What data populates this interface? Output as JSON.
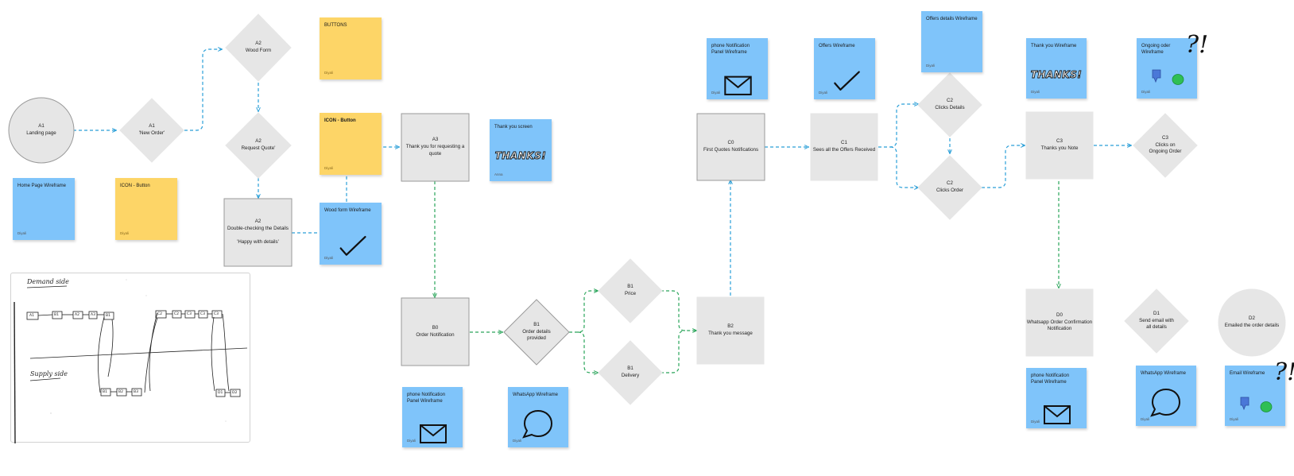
{
  "colors": {
    "shape_fill": "#e6e6e6",
    "shape_stroke": "#9a9a9a",
    "connector_blue": "#2a9fd8",
    "connector_green": "#2aa55a",
    "sticky_blue": "#7fc4fa",
    "sticky_yellow": "#fdd567"
  },
  "nodes": [
    {
      "id": "a1-landing",
      "shape": "circle",
      "lines": [
        "A1",
        "Landing page"
      ]
    },
    {
      "id": "a1-new-order",
      "shape": "diamond",
      "lines": [
        "A1",
        "'New Order'"
      ]
    },
    {
      "id": "a2-wood-form",
      "shape": "diamond",
      "lines": [
        "A2",
        "Wood Form"
      ]
    },
    {
      "id": "a2-request-quote",
      "shape": "diamond",
      "lines": [
        "A2",
        "Request Quote'"
      ]
    },
    {
      "id": "a2-double-check",
      "shape": "rect",
      "lines": [
        "A2",
        "Double-checking the Details",
        "",
        "'Happy with details'"
      ]
    },
    {
      "id": "a3-thank-you",
      "shape": "rect",
      "lines": [
        "A3",
        "Thank you for requesting a",
        "quote"
      ]
    },
    {
      "id": "b0-order-notification",
      "shape": "rect",
      "lines": [
        "B0",
        "Order Notification"
      ]
    },
    {
      "id": "b1-order-details",
      "shape": "diamond",
      "lines": [
        "B1",
        "Order details",
        "provided"
      ]
    },
    {
      "id": "b1-price",
      "shape": "diamond",
      "lines": [
        "B1",
        "Price"
      ]
    },
    {
      "id": "b1-delivery",
      "shape": "diamond",
      "lines": [
        "B1",
        "Delivery"
      ]
    },
    {
      "id": "b2-thank-you-message",
      "shape": "rect",
      "lines": [
        "B2",
        "Thank you message"
      ]
    },
    {
      "id": "c0-first-quotes",
      "shape": "rect",
      "lines": [
        "C0",
        "First Quotes Notifications"
      ]
    },
    {
      "id": "c1-sees-offers",
      "shape": "rect",
      "lines": [
        "C1",
        "Sees all the Offers Received"
      ]
    },
    {
      "id": "c2-clicks-details",
      "shape": "diamond",
      "lines": [
        "C2",
        "Clicks Details"
      ]
    },
    {
      "id": "c2-clicks-order",
      "shape": "diamond",
      "lines": [
        "C2",
        "Clicks Order"
      ]
    },
    {
      "id": "c3-thanks-note",
      "shape": "rect",
      "lines": [
        "C3",
        "Thanks you Note"
      ]
    },
    {
      "id": "c3-ongoing-order",
      "shape": "diamond",
      "lines": [
        "C3",
        "Clicks on",
        "Ongoing Order"
      ]
    },
    {
      "id": "d0-whatsapp-confirmation",
      "shape": "rect",
      "lines": [
        "D0",
        "Whatsapp Order Confirmation",
        "Notification"
      ]
    },
    {
      "id": "d1-send-email",
      "shape": "diamond",
      "lines": [
        "D1",
        "Send email with",
        "all details"
      ]
    },
    {
      "id": "d2-emailed",
      "shape": "circle",
      "lines": [
        "D2",
        "Emailed the order details"
      ]
    }
  ],
  "stickies": [
    {
      "id": "home-page-wireframe",
      "color": "blue",
      "title": "Home Page Wireframe",
      "author": "Diyali",
      "art": "none"
    },
    {
      "id": "icon-button-1",
      "color": "yellow",
      "title": "ICON - Button",
      "author": "Diyali",
      "art": "none"
    },
    {
      "id": "buttons",
      "color": "yellow",
      "title": "BUTTONS",
      "author": "Diyali",
      "art": "none"
    },
    {
      "id": "icon-button-2",
      "color": "yellow",
      "title": "ICON - Button",
      "author": "Diyali",
      "art": "none",
      "bold": true
    },
    {
      "id": "wood-form-wireframe",
      "color": "blue",
      "title": "Wood form Wireframe",
      "author": "Diyali",
      "art": "check"
    },
    {
      "id": "thank-you-screen",
      "color": "blue",
      "title": "Thank you screen",
      "author": "Anna",
      "art": "thanks"
    },
    {
      "id": "phone-notification-1",
      "color": "blue",
      "title": "phone Notification Panel Wireframe",
      "author": "Diyali",
      "art": "envelope"
    },
    {
      "id": "whatsapp-wireframe-1",
      "color": "blue",
      "title": "WhatsApp Wireframe",
      "author": "Diyali",
      "art": "bubble"
    },
    {
      "id": "phone-notification-2",
      "color": "blue",
      "title": "phone Notification Panel Wireframe",
      "author": "Diyali",
      "art": "envelope"
    },
    {
      "id": "offers-wireframe",
      "color": "blue",
      "title": "Offers Wireframe",
      "author": "Diyali",
      "art": "check"
    },
    {
      "id": "offers-details-wireframe",
      "color": "blue",
      "title": "Offers details Wireframe",
      "author": "Diyali",
      "art": "none"
    },
    {
      "id": "thank-you-wireframe",
      "color": "blue",
      "title": "Thank you Wireframe",
      "author": "Diyali",
      "art": "thanks"
    },
    {
      "id": "ongoing-oder-wireframe",
      "color": "blue",
      "title": "Ongoing oder Wireframe",
      "author": "Diyali",
      "art": "reactions"
    },
    {
      "id": "phone-notification-3",
      "color": "blue",
      "title": "phone Notification Panel Wireframe",
      "author": "Diyali",
      "art": "envelope"
    },
    {
      "id": "whatsapp-wireframe-2",
      "color": "blue",
      "title": "WhatsApp Wireframe",
      "author": "Diyali",
      "art": "bubble"
    },
    {
      "id": "email-wireframe",
      "color": "blue",
      "title": "Email Wireframe",
      "author": "Diyali",
      "art": "reactions"
    }
  ],
  "art_text": {
    "thanks": "THANKS!",
    "question": "?!"
  },
  "sketch": {
    "top_heading": "Demand side",
    "bottom_heading": "Supply side",
    "top_labels": [
      "A1",
      "B1",
      "A2",
      "A3",
      "B1",
      "C2",
      "C2",
      "C3",
      "C3",
      "C3"
    ],
    "bottom_labels": [
      "B1",
      "B2",
      "B3",
      "D1",
      "D2"
    ]
  }
}
